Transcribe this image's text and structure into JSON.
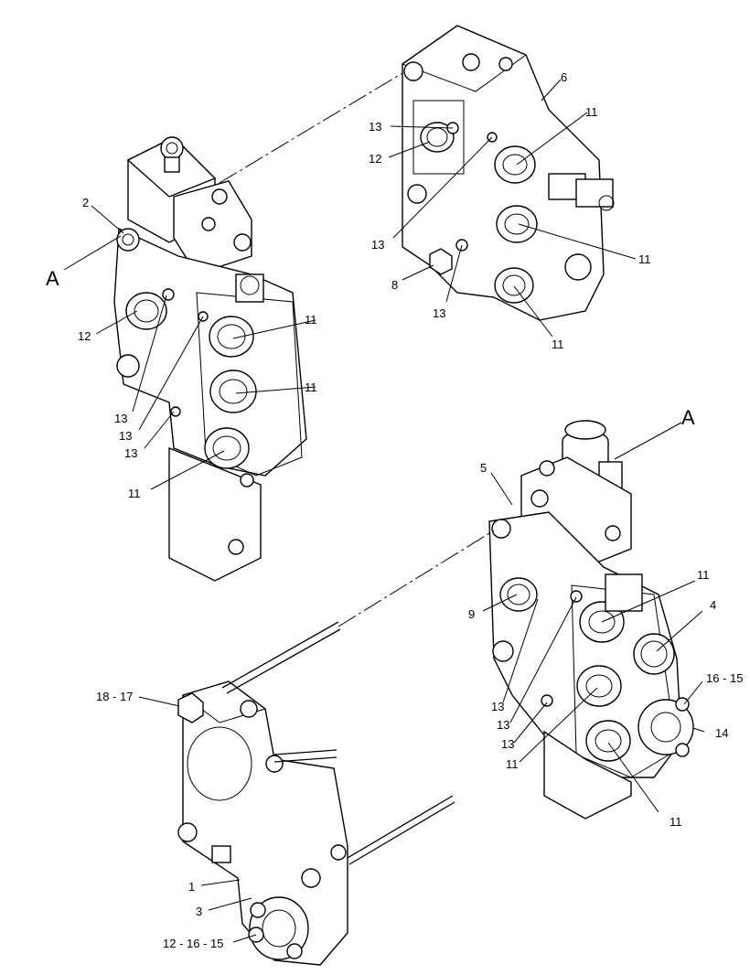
{
  "callouts": [
    {
      "id": "A-left",
      "text": "A"
    },
    {
      "id": "A-right",
      "text": "A"
    },
    {
      "id": "c2",
      "text": "2"
    },
    {
      "id": "c12a",
      "text": "12"
    },
    {
      "id": "c13a",
      "text": "13"
    },
    {
      "id": "c13b",
      "text": "13"
    },
    {
      "id": "c13c",
      "text": "13"
    },
    {
      "id": "c11a",
      "text": "11"
    },
    {
      "id": "c11b",
      "text": "11"
    },
    {
      "id": "c11c",
      "text": "11"
    },
    {
      "id": "c6",
      "text": "6"
    },
    {
      "id": "c13d",
      "text": "13"
    },
    {
      "id": "c12b",
      "text": "12"
    },
    {
      "id": "c11d",
      "text": "11"
    },
    {
      "id": "c13e",
      "text": "13"
    },
    {
      "id": "c11e",
      "text": "11"
    },
    {
      "id": "c8",
      "text": "8"
    },
    {
      "id": "c13f",
      "text": "13"
    },
    {
      "id": "c11f",
      "text": "11"
    },
    {
      "id": "c5",
      "text": "5"
    },
    {
      "id": "c9",
      "text": "9"
    },
    {
      "id": "c11g",
      "text": "11"
    },
    {
      "id": "c4",
      "text": "4"
    },
    {
      "id": "c16-15",
      "text": "16 - 15"
    },
    {
      "id": "c14",
      "text": "14"
    },
    {
      "id": "c13g",
      "text": "13"
    },
    {
      "id": "c13h",
      "text": "13"
    },
    {
      "id": "c13i",
      "text": "13"
    },
    {
      "id": "c11h",
      "text": "11"
    },
    {
      "id": "c11i",
      "text": "11"
    },
    {
      "id": "c18-17",
      "text": "18 - 17"
    },
    {
      "id": "c1",
      "text": "1"
    },
    {
      "id": "c3",
      "text": "3"
    },
    {
      "id": "c12-16-15",
      "text": "12 - 16 - 15"
    }
  ]
}
